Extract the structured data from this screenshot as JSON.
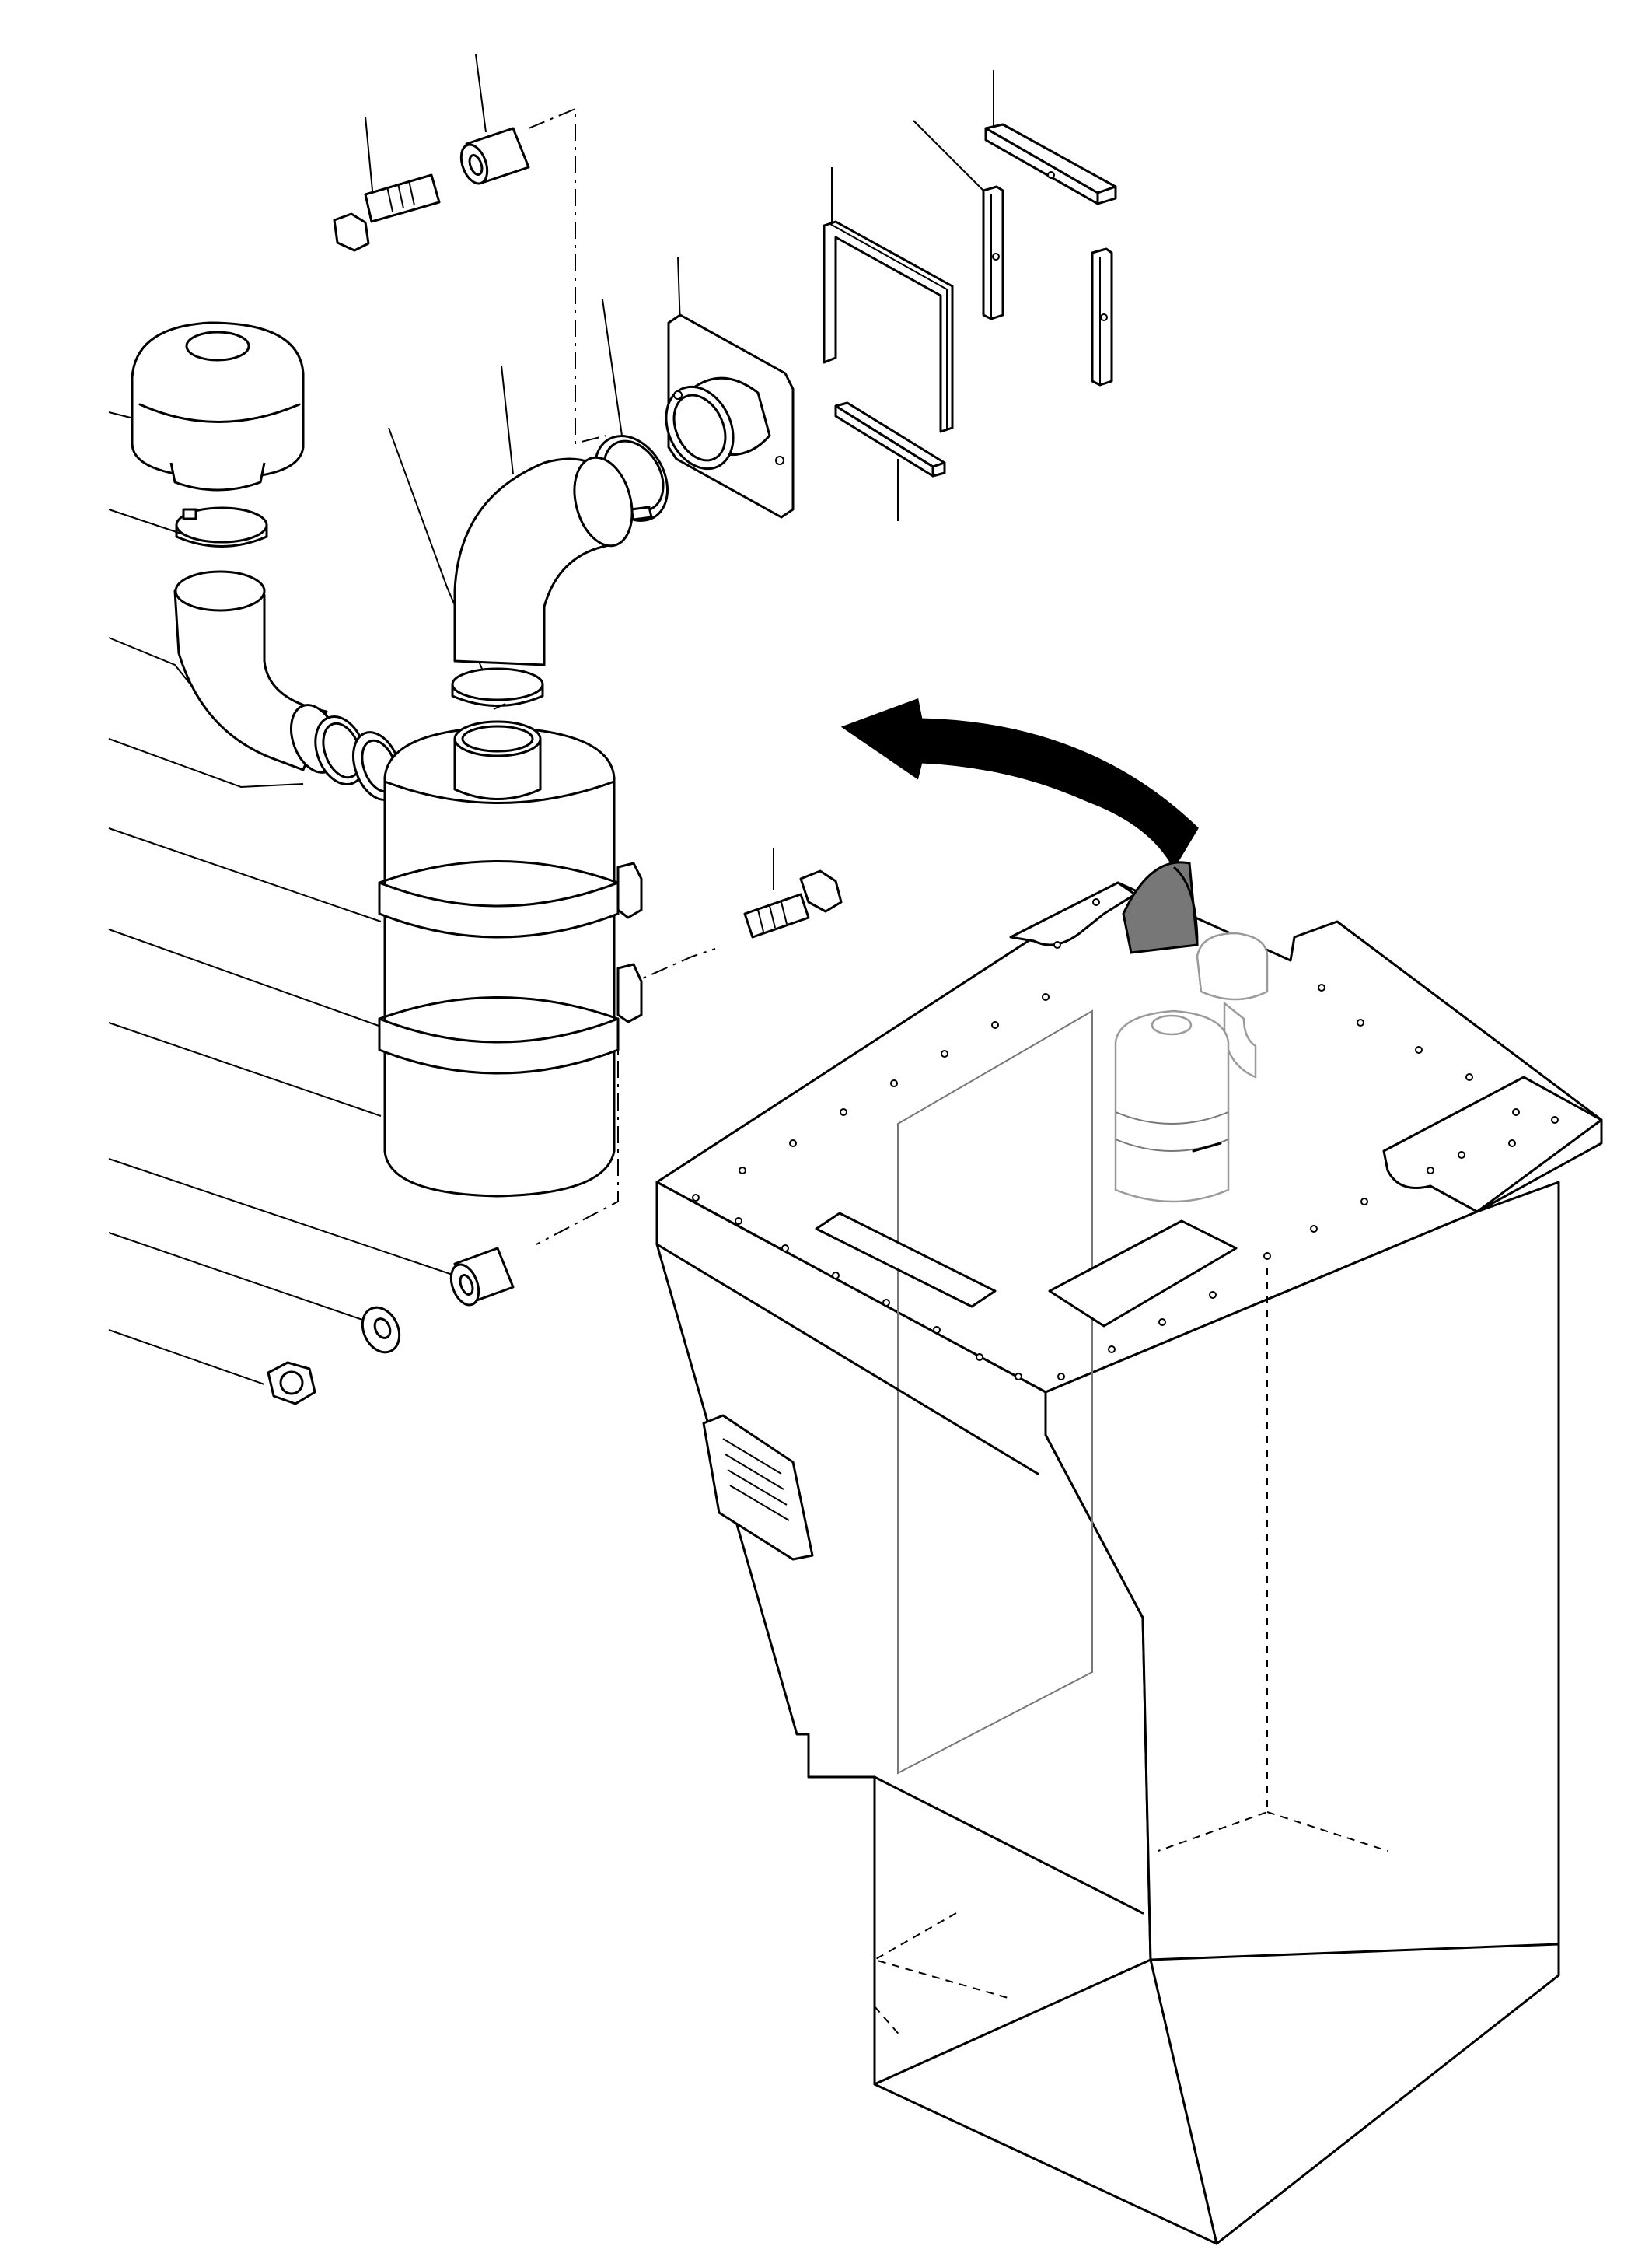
{
  "diagram": {
    "kind": "exploded-parts-view",
    "parts": [
      "bolt-upper",
      "spacer-upper",
      "bracket-bar-top",
      "bracket-bar-vertical-left",
      "bracket-bar-vertical-right",
      "u-bracket",
      "bracket-bar-bottom",
      "mounting-flange",
      "hose-clamp-flange",
      "elbow-hose-upper",
      "hose-clamp-top",
      "precleaner-cap",
      "hose-clamp-precleaner",
      "elbow-hose-lower",
      "hose-clamp-side",
      "air-filter-housing",
      "mounting-band-upper",
      "mounting-band-lower",
      "bolt-mounting",
      "spacer-lower",
      "washer",
      "lock-nut",
      "engine-compartment-housing",
      "rotation-arrow"
    ],
    "leader_count_left": 9,
    "leader_count_top": 7,
    "callout_text": []
  },
  "colors": {
    "line": "#000000",
    "ghost_line": "#9a9a9a",
    "arrow_fill": "#000000",
    "arrow_shade": "#777777",
    "background": "#ffffff"
  }
}
